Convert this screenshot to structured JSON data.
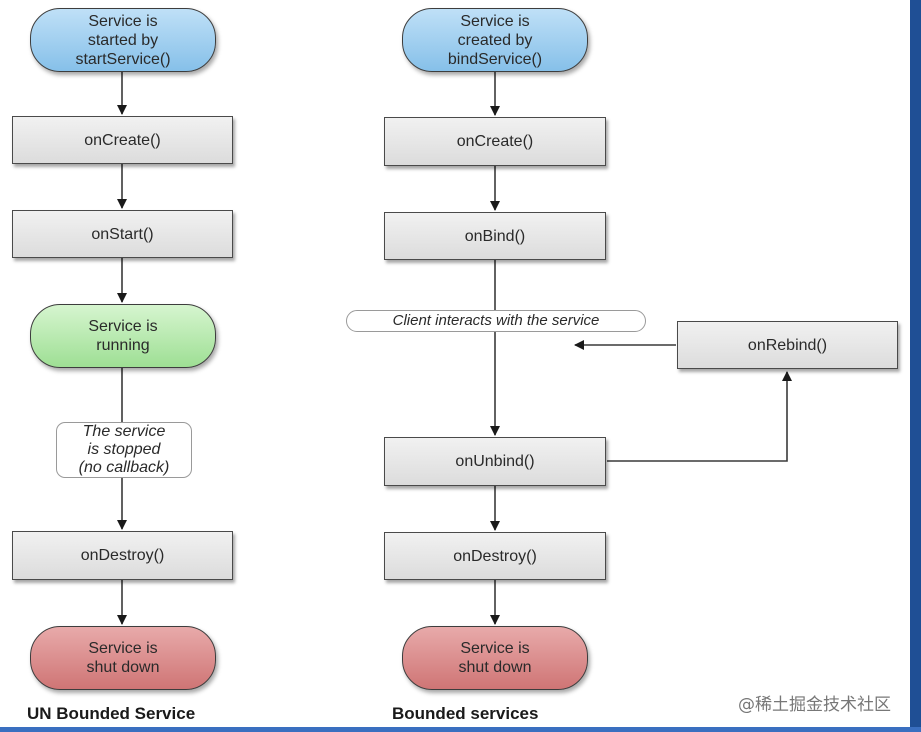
{
  "unbounded": {
    "start": "Service is\nstarted by\nstartService()",
    "on_create": "onCreate()",
    "on_start": "onStart()",
    "running": "Service is\nrunning",
    "stopped_note": "The service\nis stopped\n(no callback)",
    "on_destroy": "onDestroy()",
    "shut_down": "Service is\nshut down",
    "caption": "UN Bounded Service"
  },
  "bounded": {
    "start": "Service is\ncreated by\nbindService()",
    "on_create": "onCreate()",
    "on_bind": "onBind()",
    "interact_note": "Client interacts with the service",
    "on_rebind": "onRebind()",
    "on_unbind": "onUnbind()",
    "on_destroy": "onDestroy()",
    "shut_down": "Service is\nshut down",
    "caption": "Bounded services"
  },
  "watermark": "@稀土掘金技术社区",
  "colors": {
    "start_pill": "#9dcdef",
    "running_pill": "#b5e8ab",
    "shutdown_pill": "#dc8a8a",
    "rect_fill": "#e6e6e6",
    "frame_blue": "#1f4f95"
  }
}
